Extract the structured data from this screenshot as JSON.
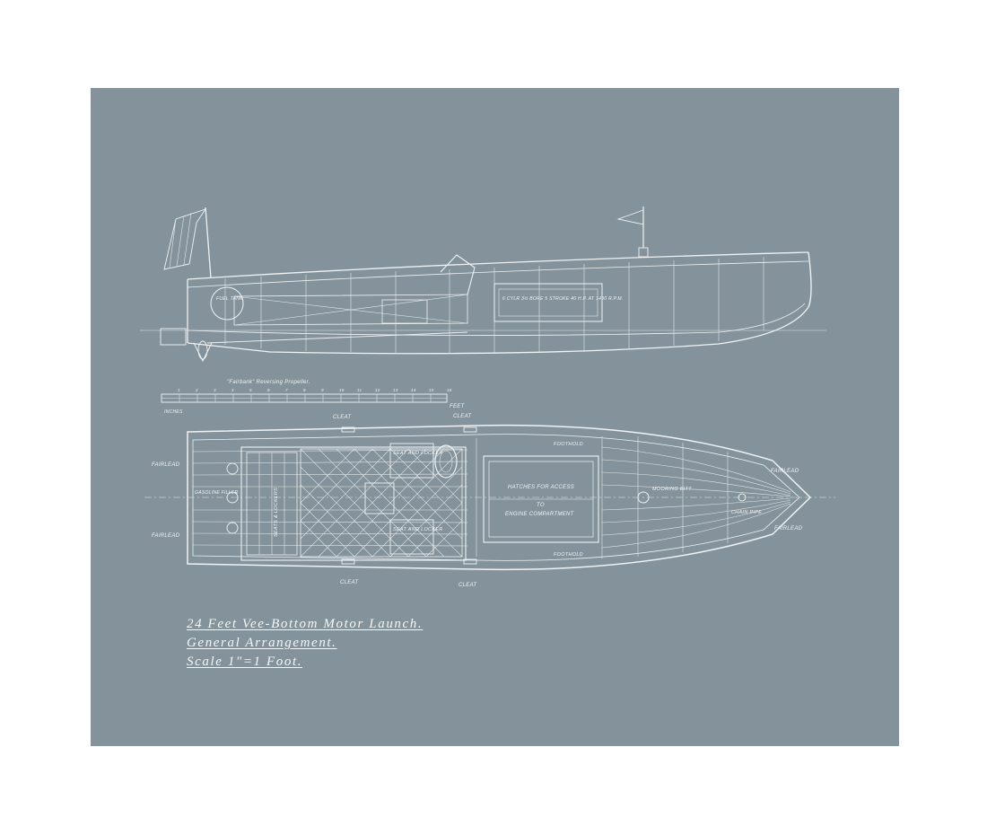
{
  "title_block": {
    "line1": "24 Feet Vee-Bottom Motor Launch.",
    "line2": "General Arrangement.",
    "line3": "Scale 1\"=1 Foot."
  },
  "profile_labels": {
    "fuel_tank": "FUEL TANK",
    "reversing_propeller": "\"Fairbank\" Reversing Propeller.",
    "engine": "6 CYLR 3½ BORE 5 STROKE 40 H.P. AT 1400 R.P.M."
  },
  "scale_bar": {
    "label_feet": "FEET",
    "label_inches": "INCHES",
    "ticks": [
      "1",
      "2",
      "3",
      "4",
      "5",
      "6",
      "7",
      "8",
      "9",
      "10",
      "11",
      "12",
      "13",
      "14",
      "15",
      "16"
    ]
  },
  "plan_labels": {
    "cleat": "CLEAT",
    "fairlead": "FAIRLEAD",
    "seat_and_locker": "SEAT AND LOCKER",
    "hatches": "HATCHES FOR ACCESS",
    "to": "TO",
    "engine_compartment": "ENGINE COMPARTMENT",
    "footrail": "FOOTHOLD",
    "mooring_bitt": "MOORING BITT",
    "chain_pipe": "CHAIN PIPE",
    "seat_and_lockers": "SEATS & LOCKERS",
    "gasoline_filler": "GASOLINE FILLER"
  }
}
